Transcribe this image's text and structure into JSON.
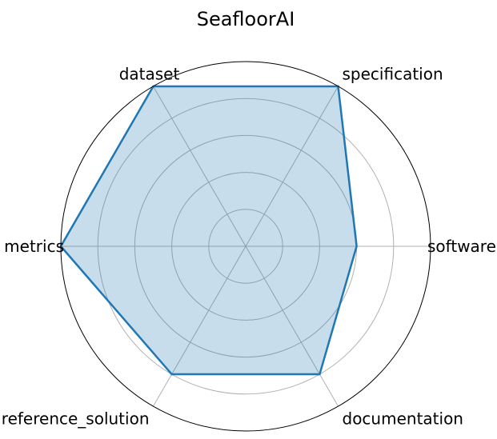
{
  "chart_data": {
    "type": "radar",
    "title": "SeafloorAI",
    "categories": [
      "software",
      "specification",
      "dataset",
      "metrics",
      "reference_solution",
      "documentation"
    ],
    "series": [
      {
        "name": "SeafloorAI",
        "values": [
          0.6,
          1.0,
          1.0,
          1.0,
          0.8,
          0.8
        ]
      }
    ],
    "rlim": [
      0,
      1.0
    ],
    "r_gridlines": [
      0.2,
      0.4,
      0.6,
      0.8
    ],
    "grid": true,
    "legend": null,
    "colors": {
      "line": "#1f77b4",
      "fill": "#1f77b4",
      "fill_alpha": 0.25,
      "grid": "#b0b0b0",
      "frame": "#000000"
    }
  }
}
